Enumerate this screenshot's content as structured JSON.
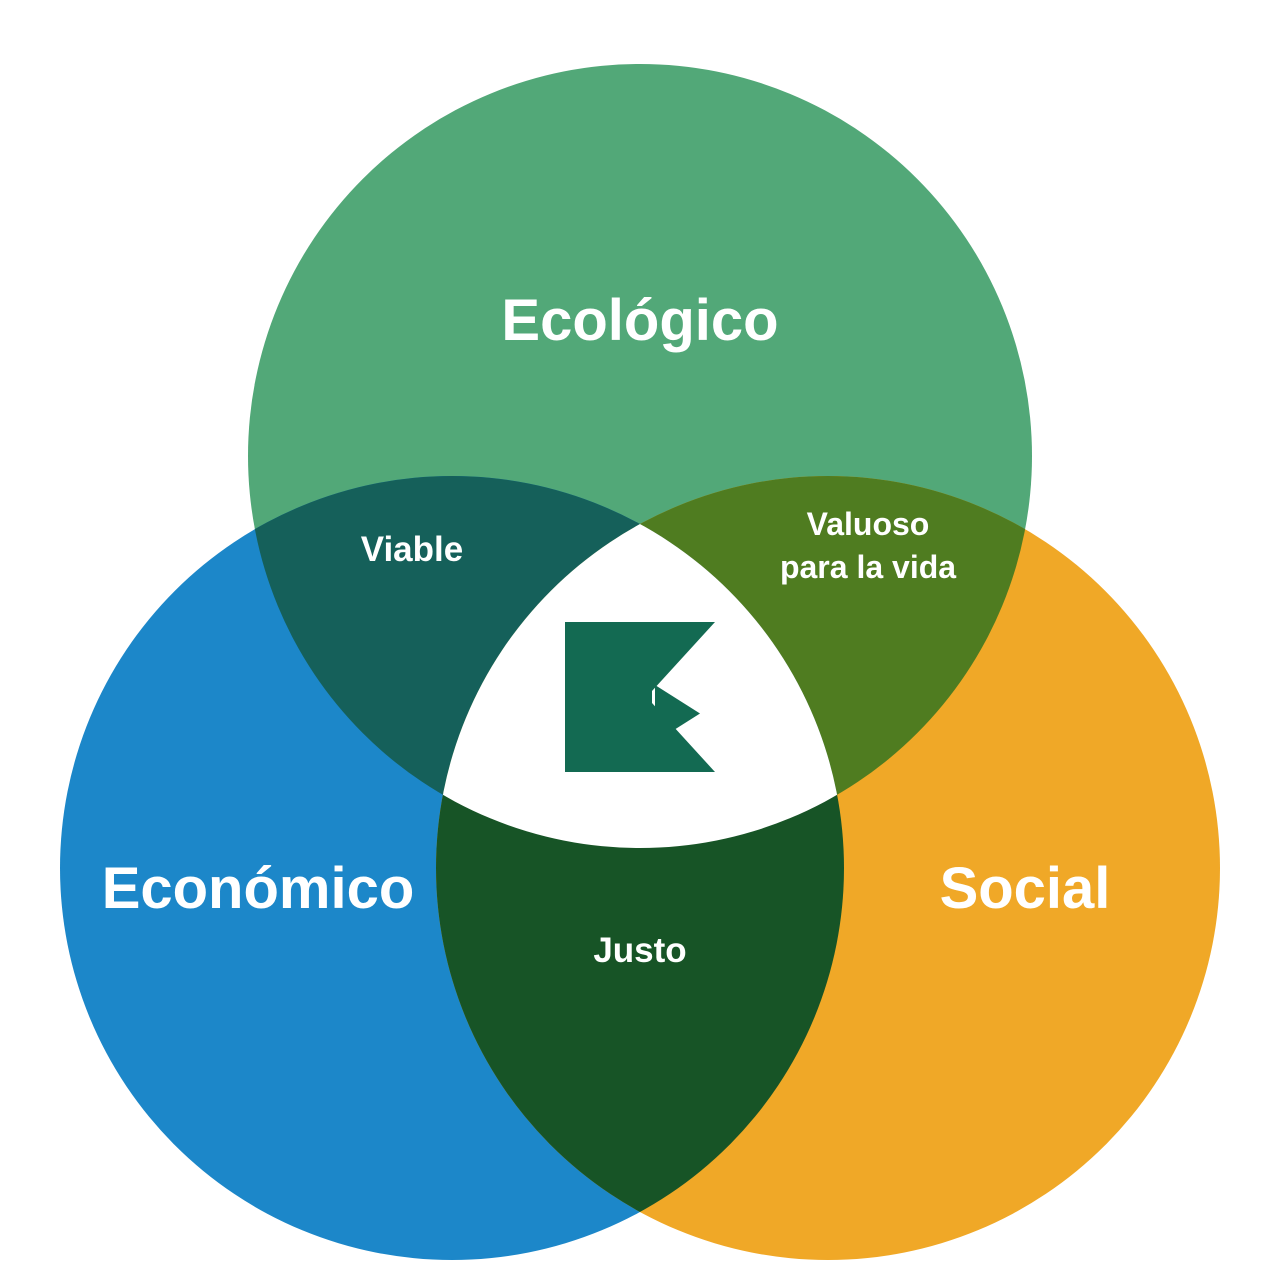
{
  "diagram": {
    "type": "venn",
    "background": "#ffffff",
    "circles": [
      {
        "id": "ecologico",
        "label": "Ecológico",
        "color": "#52a878"
      },
      {
        "id": "economico",
        "label": "Económico",
        "color": "#1c87c9"
      },
      {
        "id": "social",
        "label": "Social",
        "color": "#f0a827"
      }
    ],
    "overlaps": {
      "viable": {
        "label": "Viable",
        "color": "#15605a",
        "between": "ecologico-economico"
      },
      "valuoso": {
        "label_line1": "Valuoso",
        "label_line2": "para la vida",
        "color": "#4f7c20",
        "between": "ecologico-social"
      },
      "justo": {
        "label": "Justo",
        "color": "#175426",
        "between": "economico-social"
      }
    },
    "center": {
      "background": "#ffffff",
      "logo_color": "#136a52",
      "logo_name": "green-square-triangles-logo"
    }
  }
}
